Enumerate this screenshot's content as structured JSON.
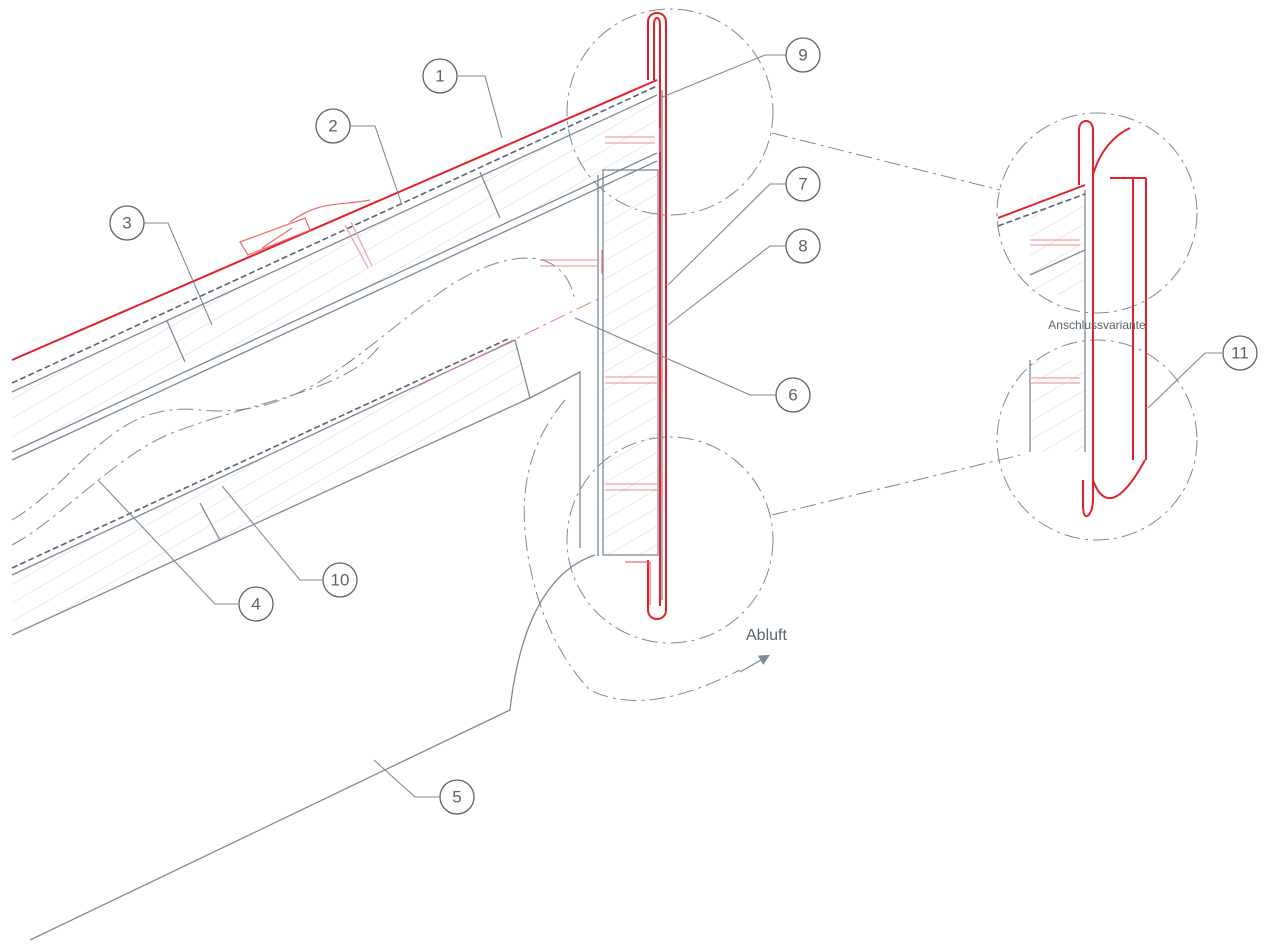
{
  "callouts": [
    {
      "number": "1"
    },
    {
      "number": "2"
    },
    {
      "number": "3"
    },
    {
      "number": "4"
    },
    {
      "number": "5"
    },
    {
      "number": "6"
    },
    {
      "number": "7"
    },
    {
      "number": "8"
    },
    {
      "number": "9"
    },
    {
      "number": "10"
    },
    {
      "number": "11"
    }
  ],
  "labels": {
    "exhaust": "Abluft",
    "variant": "Anschlussvariante"
  },
  "colors": {
    "metal_flashing": "#e3202b",
    "fasteners": "#ef6a6a",
    "linework": "#7d8a96",
    "text": "#59646e"
  }
}
